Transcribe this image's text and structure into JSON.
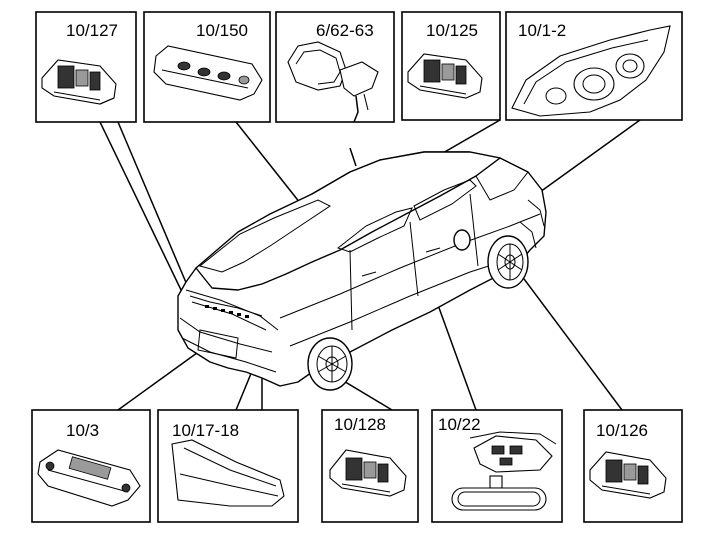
{
  "callouts": [
    {
      "id": "c1",
      "label": "10/127"
    },
    {
      "id": "c2",
      "label": "10/150"
    },
    {
      "id": "c3",
      "label": "6/62-63"
    },
    {
      "id": "c4",
      "label": "10/125"
    },
    {
      "id": "c5",
      "label": "10/1-2"
    },
    {
      "id": "c6",
      "label": "10/3"
    },
    {
      "id": "c7",
      "label": "10/17-18"
    },
    {
      "id": "c8",
      "label": "10/128"
    },
    {
      "id": "c9",
      "label": "10/22"
    },
    {
      "id": "c10",
      "label": "10/126"
    }
  ]
}
